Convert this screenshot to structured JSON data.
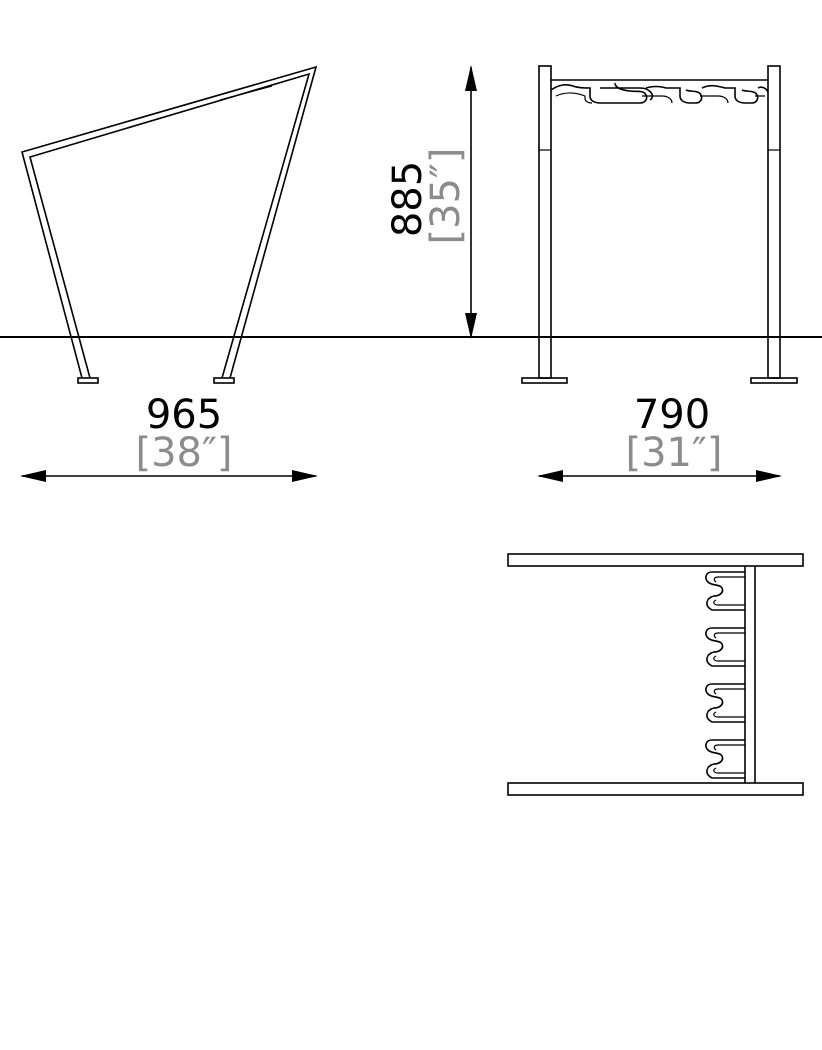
{
  "dimensions": {
    "depth": {
      "mm": "965",
      "inch": "[38″]"
    },
    "height": {
      "mm": "885",
      "inch": "[35″]"
    },
    "width": {
      "mm": "790",
      "inch": "[31″]"
    }
  },
  "colors": {
    "line": "#000000",
    "imperial_text": "#8c8c8c",
    "background": "#ffffff"
  }
}
